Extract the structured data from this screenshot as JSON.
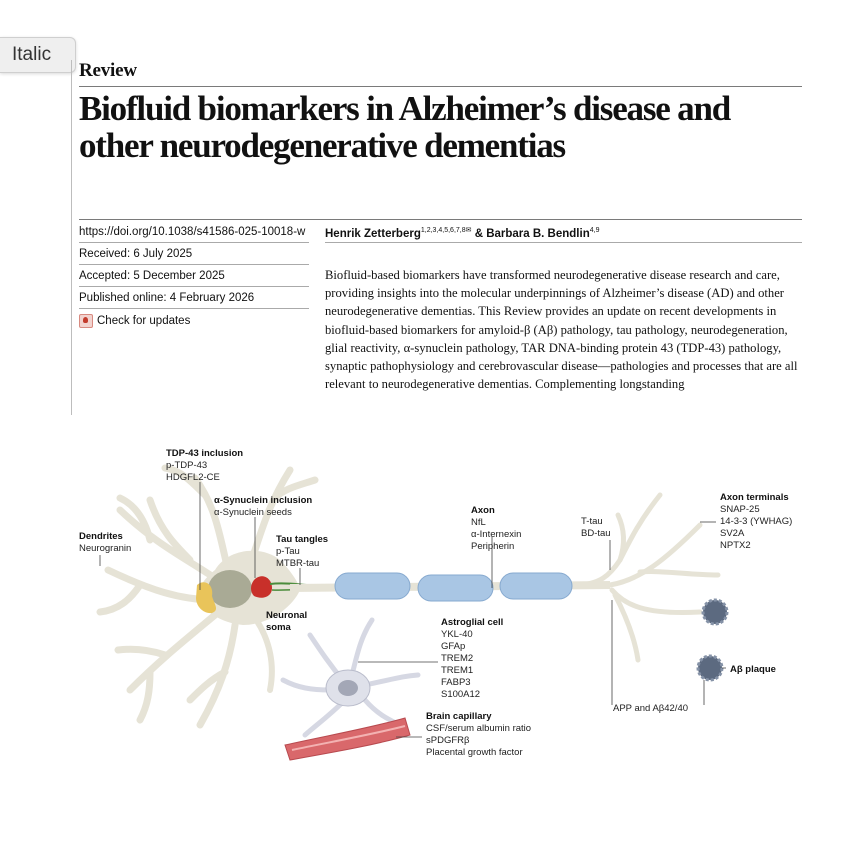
{
  "tooltip": {
    "label": "Italic"
  },
  "article": {
    "type": "Review",
    "title": "Biofluid biomarkers in Alzheimer’s disease and other neurodegenerative dementias",
    "doi": "https://doi.org/10.1038/s41586-025-10018-w",
    "received": "Received: 6 July 2025",
    "accepted": "Accepted: 5 December 2025",
    "published": "Published online: 4 February 2026",
    "check_updates": "Check for updates",
    "author1": "Henrik Zetterberg",
    "author1_affil": "1,2,3,4,5,6,7,8",
    "author1_mark": "✉",
    "author_joiner": " & ",
    "author2": "Barbara B. Bendlin",
    "author2_affil": "4,9",
    "abstract": "Biofluid-based biomarkers have transformed neurodegenerative disease research and care, providing insights into the molecular underpinnings of Alzheimer’s disease (AD) and other neurodegenerative dementias. This Review provides an update on recent developments in biofluid-based biomarkers for amyloid-β (Aβ) pathology, tau pathology, neurodegeneration, glial reactivity, α-synuclein pathology, TAR DNA-binding protein 43 (TDP-43) pathology, synaptic pathophysiology and cerebrovascular disease—pathologies and processes that are all relevant to neurodegenerative dementias. Complementing longstanding"
  },
  "figure": {
    "dendrites": {
      "title": "Dendrites",
      "items": [
        "Neurogranin"
      ]
    },
    "tdp43": {
      "title": "TDP-43 inclusion",
      "items": [
        "p-TDP-43",
        "HDGFL2-CE"
      ]
    },
    "synuclein": {
      "title": "α-Synuclein inclusion",
      "items": [
        "α-Synuclein seeds"
      ]
    },
    "tau": {
      "title": "Tau tangles",
      "items": [
        "p-Tau",
        "MTBR-tau"
      ]
    },
    "soma": {
      "line1": "Neuronal",
      "line2": "soma"
    },
    "axon": {
      "title": "Axon",
      "items": [
        "NfL",
        "α-Internexin",
        "Peripherin"
      ]
    },
    "ttau": {
      "items": [
        "T-tau",
        "BD-tau"
      ]
    },
    "terminals": {
      "title": "Axon terminals",
      "items": [
        "SNAP-25",
        "14-3-3 (YWHAG)",
        "SV2A",
        "NPTX2"
      ]
    },
    "astro": {
      "title": "Astroglial cell",
      "items": [
        "YKL-40",
        "GFAp",
        "TREM2",
        "TREM1",
        "FABP3",
        "S100A12"
      ]
    },
    "capillary": {
      "title": "Brain capillary",
      "items": [
        "CSF/serum albumin ratio",
        "sPDGFRβ",
        "Placental growth factor"
      ]
    },
    "plaque": {
      "title": "Aβ plaque"
    },
    "app": {
      "label": "APP and Aβ42/40"
    },
    "colors": {
      "neuron": "#e6e3d6",
      "myelin": "#a9c6e4",
      "tau": "#c8302a",
      "tdp": "#e9c45a",
      "astro": "#dfe1ea",
      "vessel": "#d9686b"
    }
  }
}
